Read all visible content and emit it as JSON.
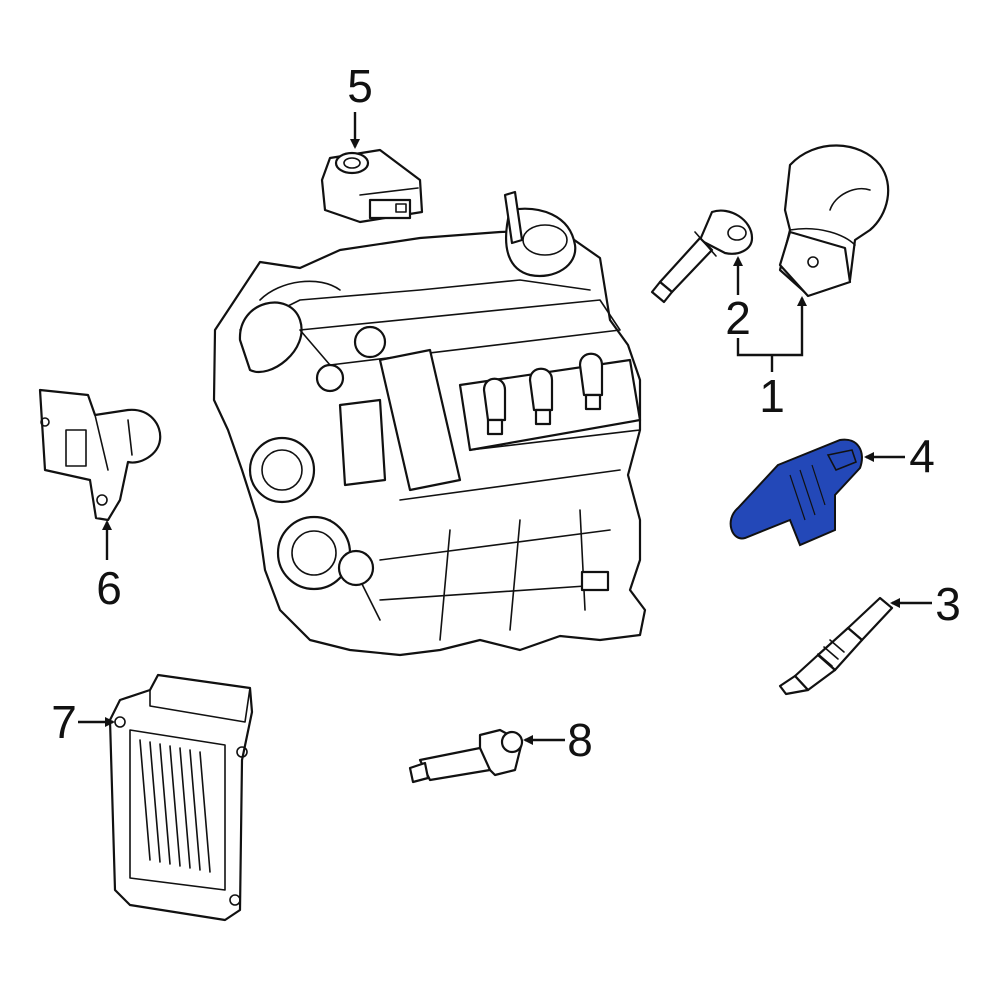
{
  "colors": {
    "line": "#111111",
    "highlight": "#2348b8",
    "background": "#ffffff"
  },
  "callouts": [
    "1",
    "2",
    "3",
    "4",
    "5",
    "6",
    "7",
    "8"
  ]
}
